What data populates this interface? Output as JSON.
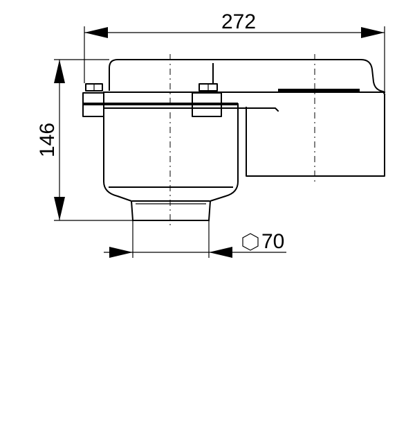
{
  "dimensions": {
    "width_label": "272",
    "height_label": "146",
    "outlet_label": "70",
    "outlet_symbol": "hexagon-icon"
  },
  "colors": {
    "line": "#000000",
    "background": "#ffffff"
  }
}
